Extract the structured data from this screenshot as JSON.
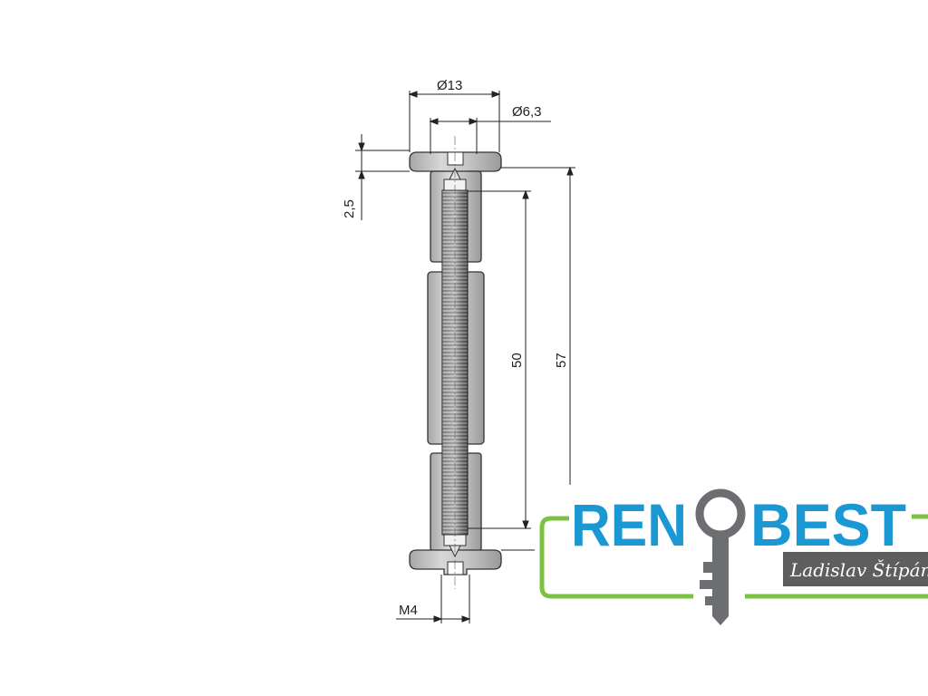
{
  "drawing": {
    "dim_head_diameter": "Ø13",
    "dim_shank_diameter": "Ø6,3",
    "dim_head_thickness": "2,5",
    "dim_thread_length": "50",
    "dim_total_length": "57",
    "dim_thread_size": "M4"
  },
  "logo": {
    "brand_left": "REN",
    "brand_right": "BEST",
    "owner_name": "Ladislav Štípán",
    "colors": {
      "brand_blue": "#1a98d4",
      "frame_green": "#7cc242",
      "key_gray": "#6d6e71",
      "name_bg": "#5e5e5e"
    }
  }
}
